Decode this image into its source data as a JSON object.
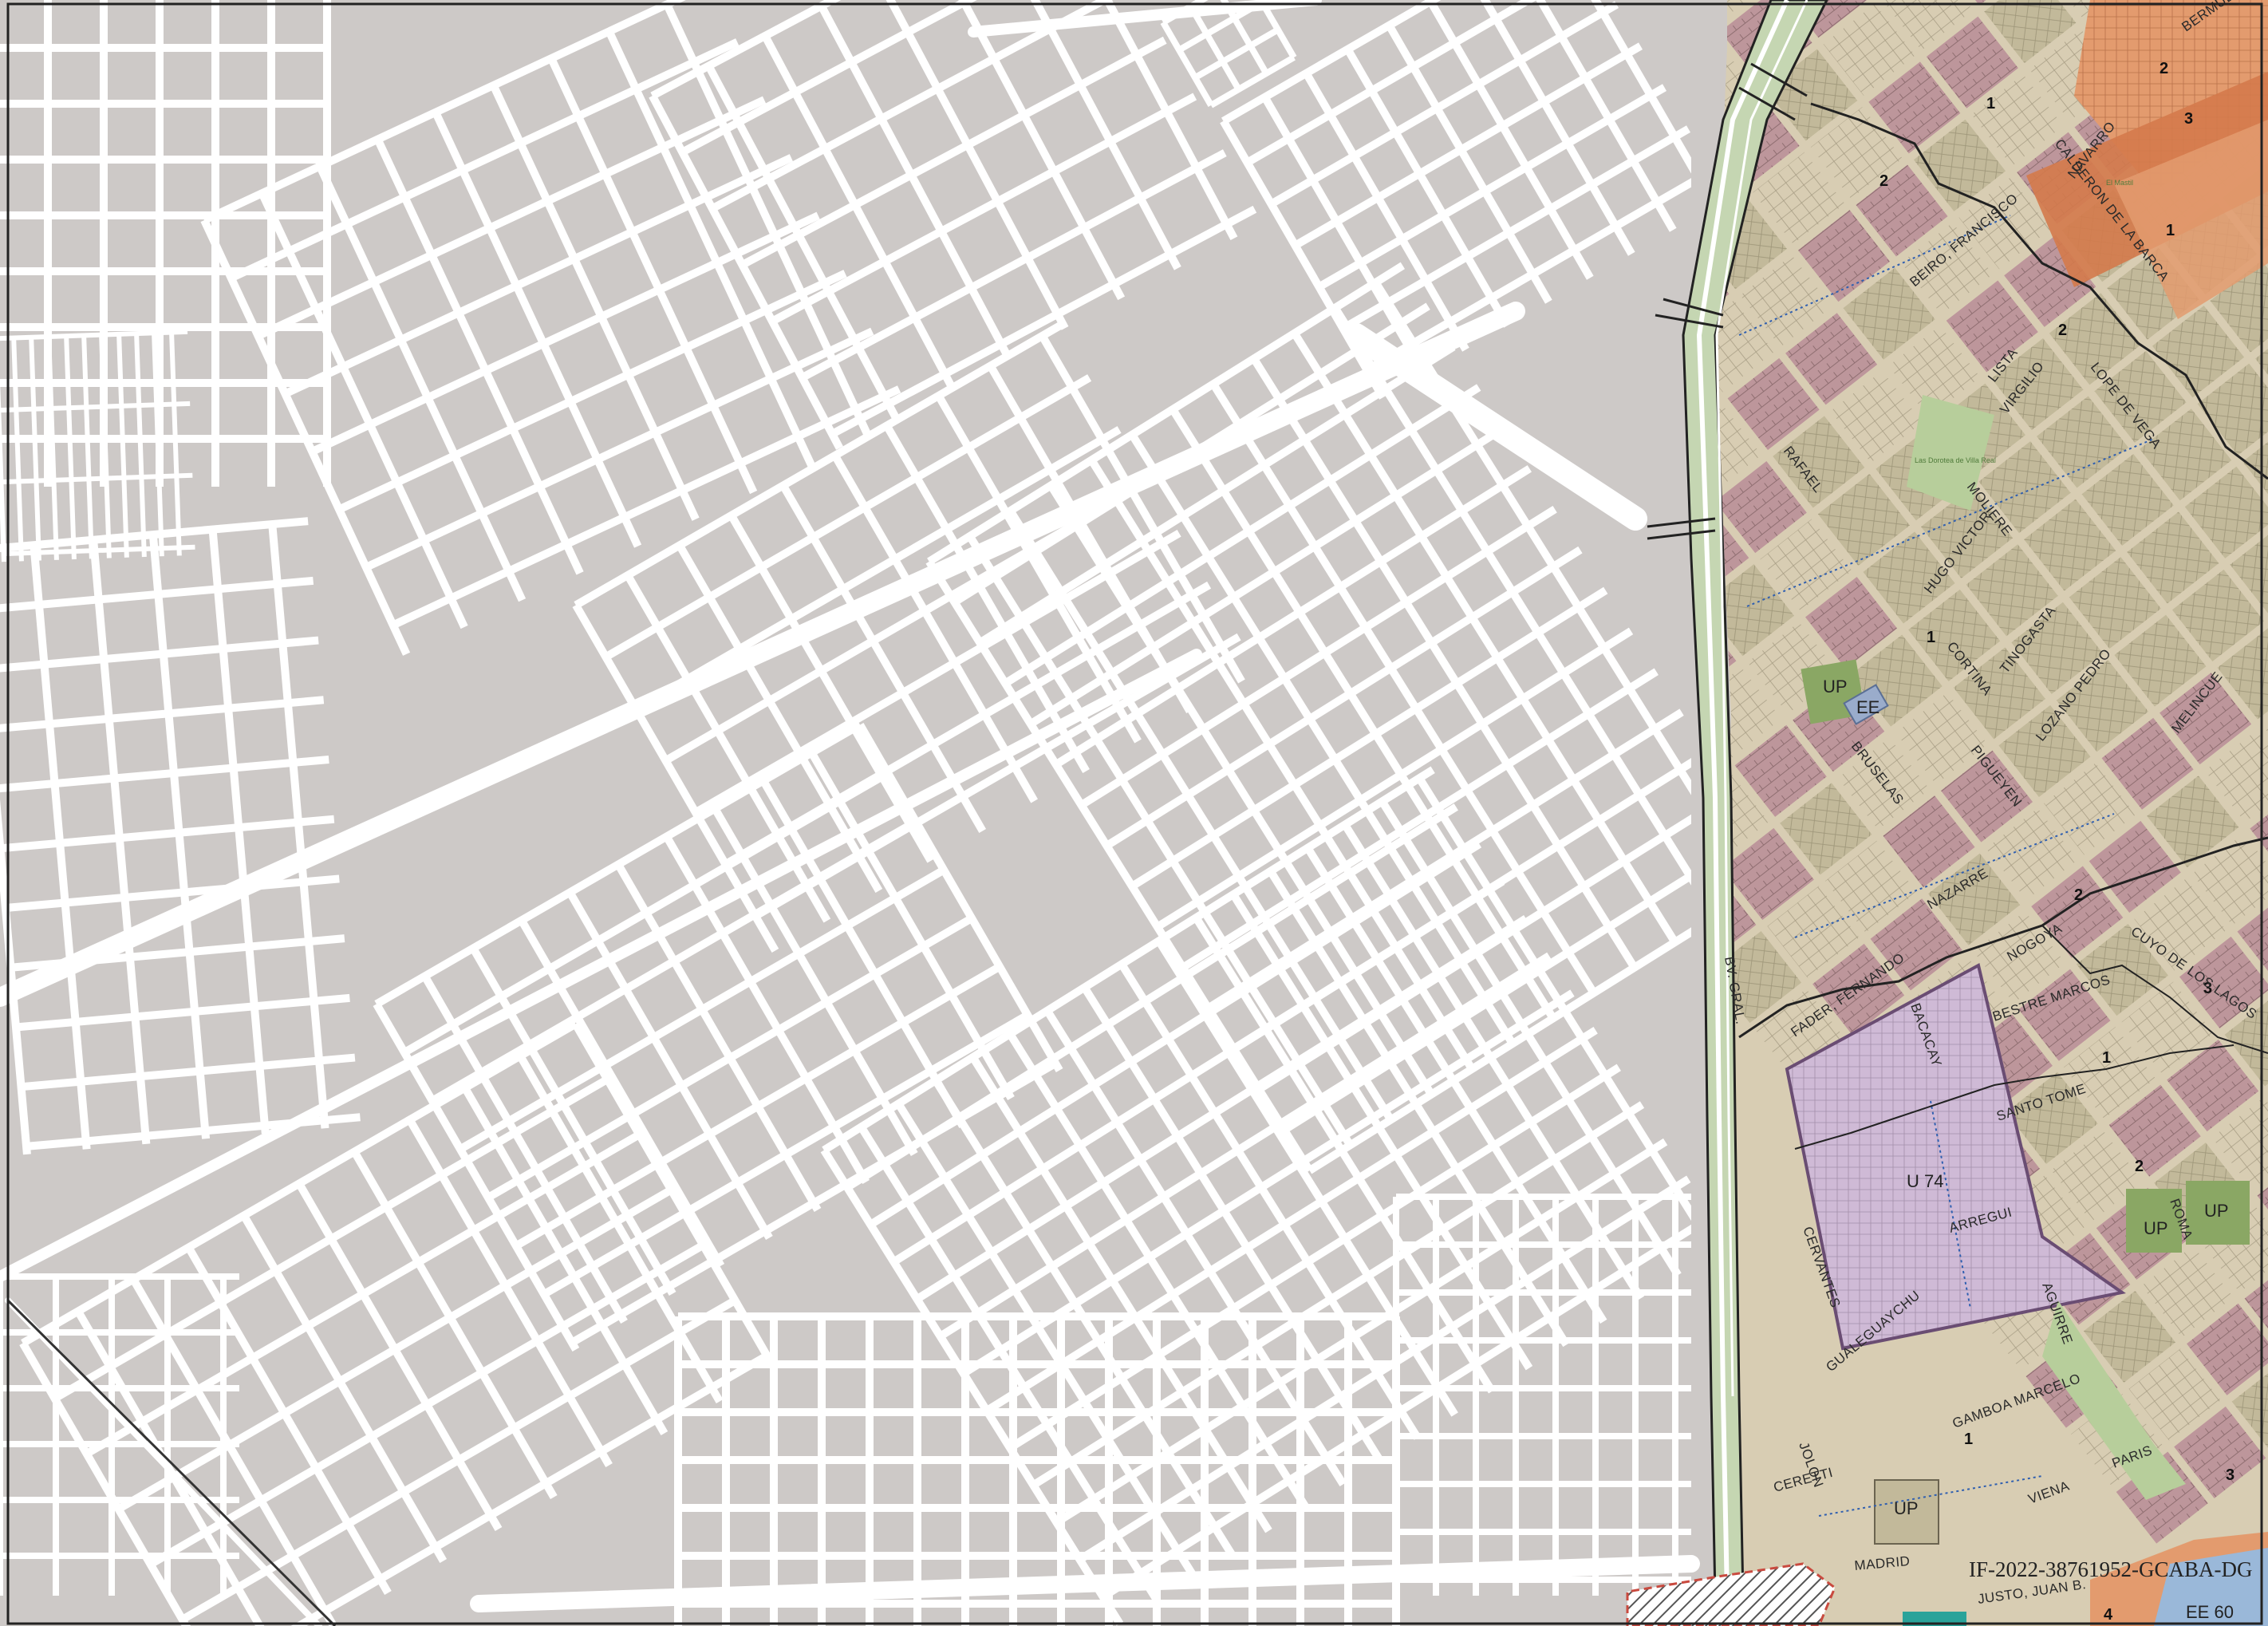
{
  "map": {
    "colors": {
      "base_block": "#cdc9c7",
      "road": "#ffffff",
      "zone_residential": "#bd969b",
      "zone_mixed": "#d8cdb3",
      "zone_beige": "#c2b99a",
      "zone_orange": "#e39b6e",
      "zone_orange_dark": "#d47a4b",
      "zone_purple": "#cfbad6",
      "green_space": "#b7ce9b",
      "up_park": "#8aa764",
      "ee_blue": "#9aaccb",
      "highway_green": "#c5d6b2",
      "hatch_red": "#c94a3f",
      "teal": "#2aa39a",
      "water_blue": "#9ab8d9"
    },
    "zone_labels": {
      "up_1": "UP",
      "ee_1": "EE",
      "u74": "U 74",
      "up_2": "UP",
      "up_3": "UP",
      "up_4": "UP",
      "ee_60": "EE 60"
    },
    "district_numbers": [
      "2",
      "3",
      "1",
      "2",
      "1",
      "2",
      "1",
      "2",
      "3",
      "1",
      "2",
      "1",
      "3",
      "4"
    ],
    "street_labels": {
      "rafael": "RAFAEL",
      "nazarre": "NAZARRE",
      "bruselas": "BRUSELAS",
      "pigueyen": "PIGUEYEN",
      "lozano_pedro": "LOZANO PEDRO",
      "melincue": "MELINCUE",
      "cortina": "CORTINA",
      "tinogasta": "TINOGASTA",
      "hugo_victor": "HUGO VICTOR",
      "moliere": "MOLIERE",
      "lista": "LISTA",
      "virgilio": "VIRGILIO",
      "lope_de_vega": "LOPE DE VEGA",
      "calderon": "CALDERON DE LA BARCA",
      "navarro": "NAVARRO",
      "beiro": "BEIRO, FRANCISCO",
      "bestre_marcos": "BESTRE MARCOS",
      "santo_tome": "SANTO TOME",
      "gamboa_marcelo": "GAMBOA MARCELO",
      "arregui": "ARREGUI",
      "bacacay": "BACACAY",
      "madrid": "MADRID",
      "justo": "JUSTO, JUAN B.",
      "viena": "VIENA",
      "paris": "PARIS",
      "roma": "ROMA",
      "bz_gral": "BV. GRAL.",
      "fader": "FADER, FERNANDO",
      "nogoya": "NOGOYA",
      "gualeguaychu": "GUALEGUAYCHU",
      "cuyo": "CUYO DE LOS LAGOS",
      "ceretti": "CERETTI",
      "cervantes": "CERVANTES",
      "jolon": "JOLON",
      "aguirre": "AGUIRRE",
      "bermudez": "BERMUDEZ"
    },
    "green_labels": {
      "plaza_villa_real": "Las Dorotea de Villa Real",
      "el_mastil": "El Mastil"
    },
    "document_id": "IF-2022-38761952-GCABA-DG"
  }
}
